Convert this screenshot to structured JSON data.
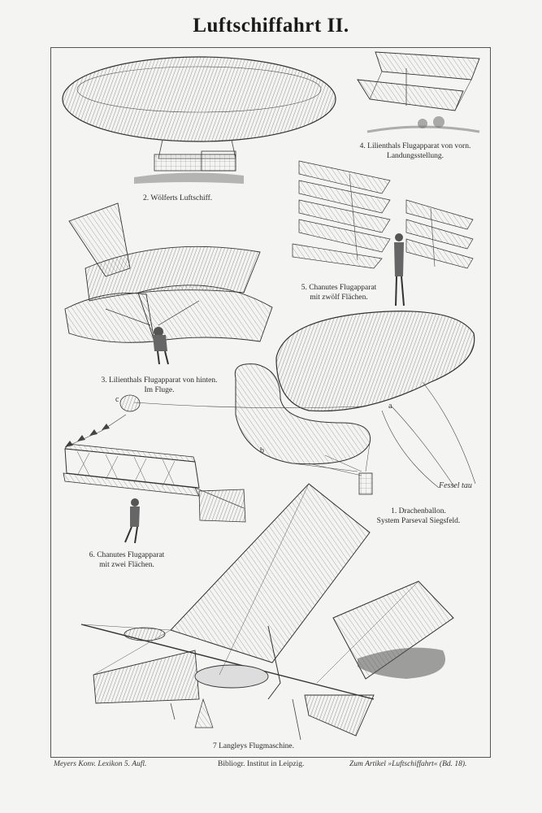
{
  "title": "Luftschiffahrt II.",
  "figures": {
    "fig2": "2. Wölferts Luftschiff.",
    "fig4_l1": "4. Lilienthals Flugapparat von vorn.",
    "fig4_l2": "Landungsstellung.",
    "fig5_l1": "5. Chanutes Flugapparat",
    "fig5_l2": "mit zwölf Flächen.",
    "fig3_l1": "3. Lilienthals Flugapparat von hinten.",
    "fig3_l2": "Im Fluge.",
    "fig1_l1": "1. Drachenballon.",
    "fig1_l2": "System Parseval Siegsfeld.",
    "fig6_l1": "6. Chanutes Flugapparat",
    "fig6_l2": "mit zwei Flächen.",
    "fig7": "7 Langleys Flugmaschine."
  },
  "labels": {
    "a": "a",
    "b": "b",
    "c": "c",
    "fessel": "Fessel tau"
  },
  "footer": {
    "left": "Meyers Konv. Lexikon 5. Aufl.",
    "center": "Bibliogr. Institut in Leipzig.",
    "right": "Zum Artikel »Luftschiffahrt« (Bd. 18)."
  }
}
